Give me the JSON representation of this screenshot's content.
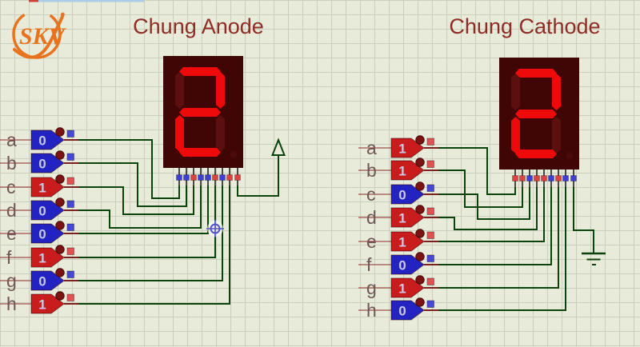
{
  "colors": {
    "wire": "#0c430c",
    "pin_stub": "#7d2020",
    "display_pin": "#222222",
    "display_body": "#400606",
    "canvas": "#e8eada",
    "grid": "#c9cfba",
    "title": "#8e2c25",
    "label": "#6f5757",
    "logo": "#e8731e",
    "cursor": "#5353c6",
    "logic_high": "#c91c1c",
    "logic_low": "#2323c2",
    "state_high_dot": "#e25252",
    "state_low_dot": "#4848d4"
  },
  "logo": {
    "text": "SKV"
  },
  "anode": {
    "title": "Chung Anode",
    "display": {
      "digit": "2",
      "lit_segments": "a b d e g",
      "segments": {
        "a": "#ee0a0a",
        "b": "#ee0a0a",
        "c": "#5c0f0f",
        "d": "#ee0a0a",
        "e": "#ee0a0a",
        "f": "#5c0f0f",
        "g": "#ee0a0a",
        "dp": "#4d0a0a"
      }
    },
    "inputs": [
      {
        "label": "a",
        "value": "0",
        "body": "#2323c2",
        "dot": "#4848d4"
      },
      {
        "label": "b",
        "value": "0",
        "body": "#2323c2",
        "dot": "#4848d4"
      },
      {
        "label": "c",
        "value": "1",
        "body": "#c91c1c",
        "dot": "#e25252"
      },
      {
        "label": "d",
        "value": "0",
        "body": "#2323c2",
        "dot": "#4848d4"
      },
      {
        "label": "e",
        "value": "0",
        "body": "#2323c2",
        "dot": "#4848d4"
      },
      {
        "label": "f",
        "value": "1",
        "body": "#c91c1c",
        "dot": "#e25252"
      },
      {
        "label": "g",
        "value": "0",
        "body": "#2323c2",
        "dot": "#4848d4"
      },
      {
        "label": "h",
        "value": "1",
        "body": "#c91c1c",
        "dot": "#e25252"
      }
    ],
    "pins": [
      "#3e3ed0",
      "#3e3ed0",
      "#db4242",
      "#3e3ed0",
      "#3e3ed0",
      "#db4242",
      "#3e3ed0",
      "#db4242"
    ],
    "common": {
      "state_color": "#db4242",
      "connection": "power"
    }
  },
  "cathode": {
    "title": "Chung Cathode",
    "display": {
      "digit": "2",
      "lit_segments": "a b d e g",
      "segments": {
        "a": "#ee0a0a",
        "b": "#ee0a0a",
        "c": "#5c0f0f",
        "d": "#ee0a0a",
        "e": "#ee0a0a",
        "f": "#5c0f0f",
        "g": "#ee0a0a",
        "dp": "#4d0a0a"
      }
    },
    "inputs": [
      {
        "label": "a",
        "value": "1",
        "body": "#c91c1c",
        "dot": "#e25252"
      },
      {
        "label": "b",
        "value": "1",
        "body": "#c91c1c",
        "dot": "#e25252"
      },
      {
        "label": "c",
        "value": "0",
        "body": "#2323c2",
        "dot": "#4848d4"
      },
      {
        "label": "d",
        "value": "1",
        "body": "#c91c1c",
        "dot": "#e25252"
      },
      {
        "label": "e",
        "value": "1",
        "body": "#c91c1c",
        "dot": "#e25252"
      },
      {
        "label": "f",
        "value": "0",
        "body": "#2323c2",
        "dot": "#4848d4"
      },
      {
        "label": "g",
        "value": "1",
        "body": "#c91c1c",
        "dot": "#e25252"
      },
      {
        "label": "h",
        "value": "0",
        "body": "#2323c2",
        "dot": "#4848d4"
      }
    ],
    "pins": [
      "#db4242",
      "#db4242",
      "#3e3ed0",
      "#db4242",
      "#db4242",
      "#3e3ed0",
      "#db4242",
      "#3e3ed0"
    ],
    "common": {
      "state_color": "#3e3ed0",
      "connection": "ground"
    }
  }
}
